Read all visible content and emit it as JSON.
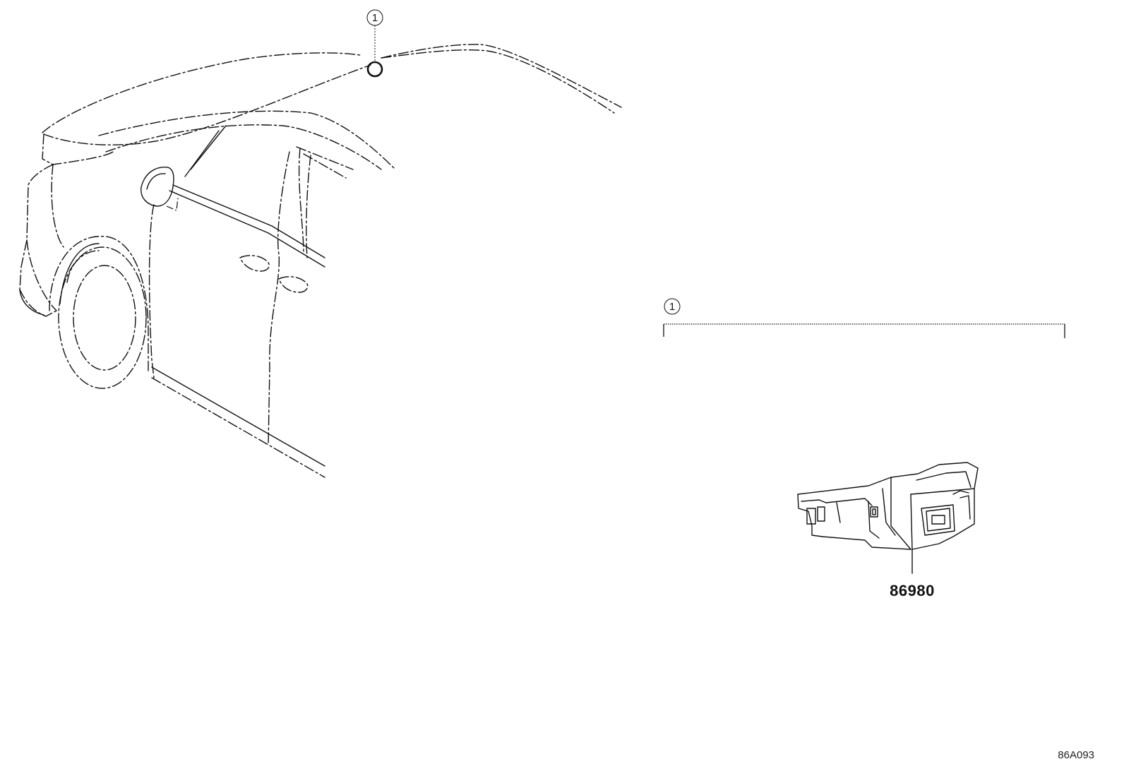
{
  "callouts": {
    "top_callout_label": "1",
    "bracket_callout_label": "1"
  },
  "parts": [
    {
      "part_number": "86980"
    }
  ],
  "figure_code": "86A093"
}
